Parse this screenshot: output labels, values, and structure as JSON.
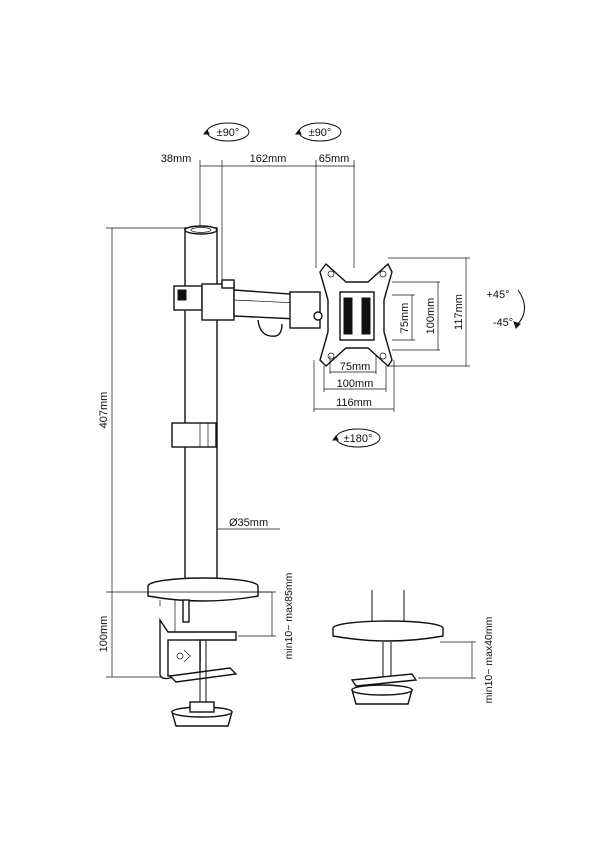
{
  "rotations": {
    "tilt_left": "±90°",
    "tilt_right": "±90°",
    "swivel": "±180°",
    "tilt_up": "+45°",
    "tilt_down": "-45°"
  },
  "dimensions": {
    "top_38": "38mm",
    "top_162": "162mm",
    "top_65": "65mm",
    "height_407": "407mm",
    "pole_diameter": "Ø35mm",
    "vesa_75_h": "75mm",
    "vesa_100_h": "100mm",
    "vesa_117_h": "117mm",
    "vesa_75_w": "75mm",
    "vesa_100_w": "100mm",
    "vesa_116_w": "116mm",
    "clamp_100": "100mm",
    "clamp_range": "min10~ max85mm",
    "grommet_range": "min10~ max40mm"
  }
}
